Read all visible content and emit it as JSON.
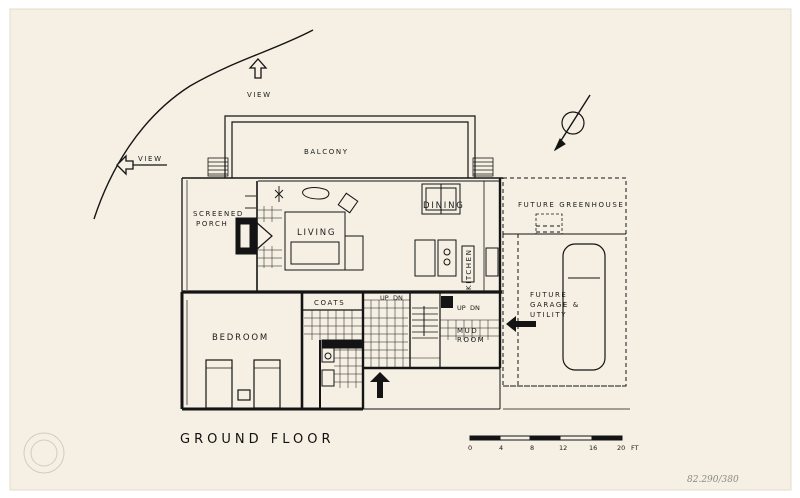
{
  "plan": {
    "title": "GROUND FLOOR",
    "rooms": {
      "balcony": "BALCONY",
      "screened_porch_1": "SCREENED",
      "screened_porch_2": "PORCH",
      "living": "LIVING",
      "dining": "DINING",
      "kitchen": "KITCHEN",
      "future_greenhouse": "FUTURE GREENHOUSE",
      "future_garage_1": "FUTURE",
      "future_garage_2": "GARAGE &",
      "future_garage_3": "UTILITY",
      "coats": "COATS",
      "bedroom": "BEDROOM",
      "mud_room_1": "MUD",
      "mud_room_2": "ROOM"
    },
    "stair_labels": [
      "UP",
      "DN",
      "UP",
      "DN"
    ],
    "view_labels": [
      "VIEW",
      "VIEW"
    ],
    "scale": {
      "ticks": [
        "0",
        "4",
        "8",
        "12",
        "16",
        "20"
      ],
      "unit": "FT"
    },
    "reference_number": "82.290/380"
  },
  "colors": {
    "paper": "#f5f0e3",
    "ink": "#141414"
  }
}
